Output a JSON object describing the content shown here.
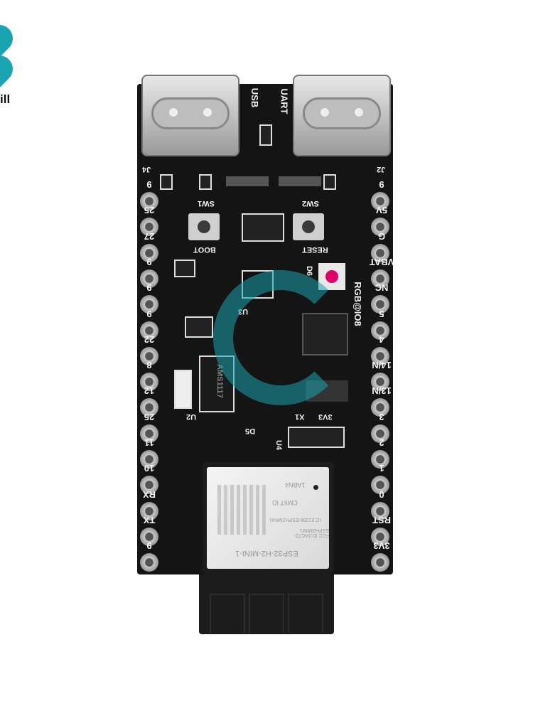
{
  "logo": {
    "text": "ill",
    "color": "#1aa3b0"
  },
  "board": {
    "usb_label": "USB",
    "uart_label": "UART",
    "j4": "J4",
    "j2": "J2",
    "sw1": "SW1",
    "sw2": "SW2",
    "boot": "BOOT",
    "reset": "RESET",
    "u3": "U3",
    "u2": "U2",
    "u4": "U4",
    "d6": "D6",
    "d5": "D5",
    "x1": "X1",
    "v33": "3V3",
    "rgb": "RGB@IO8",
    "ams": "AMS1117",
    "left_pins": [
      "9",
      "25",
      "27",
      "9",
      "9",
      "9",
      "22",
      "8",
      "12",
      "25",
      "11",
      "10",
      "RX",
      "TX",
      "9"
    ],
    "right_pins": [
      "9",
      "5V",
      "G",
      "VBAT",
      "NC",
      "5",
      "4",
      "14/N",
      "13/N",
      "3",
      "2",
      "1",
      "0",
      "RST",
      "3V3"
    ]
  },
  "module": {
    "marking": "ESP32-H2-MINI-1",
    "line1": "FCC ID:2AC7Z-ESPH2MINI1",
    "line2": "IC:21098-ESPH2MINI1",
    "line3": "CMIIT ID",
    "line4": "1ABN4"
  }
}
